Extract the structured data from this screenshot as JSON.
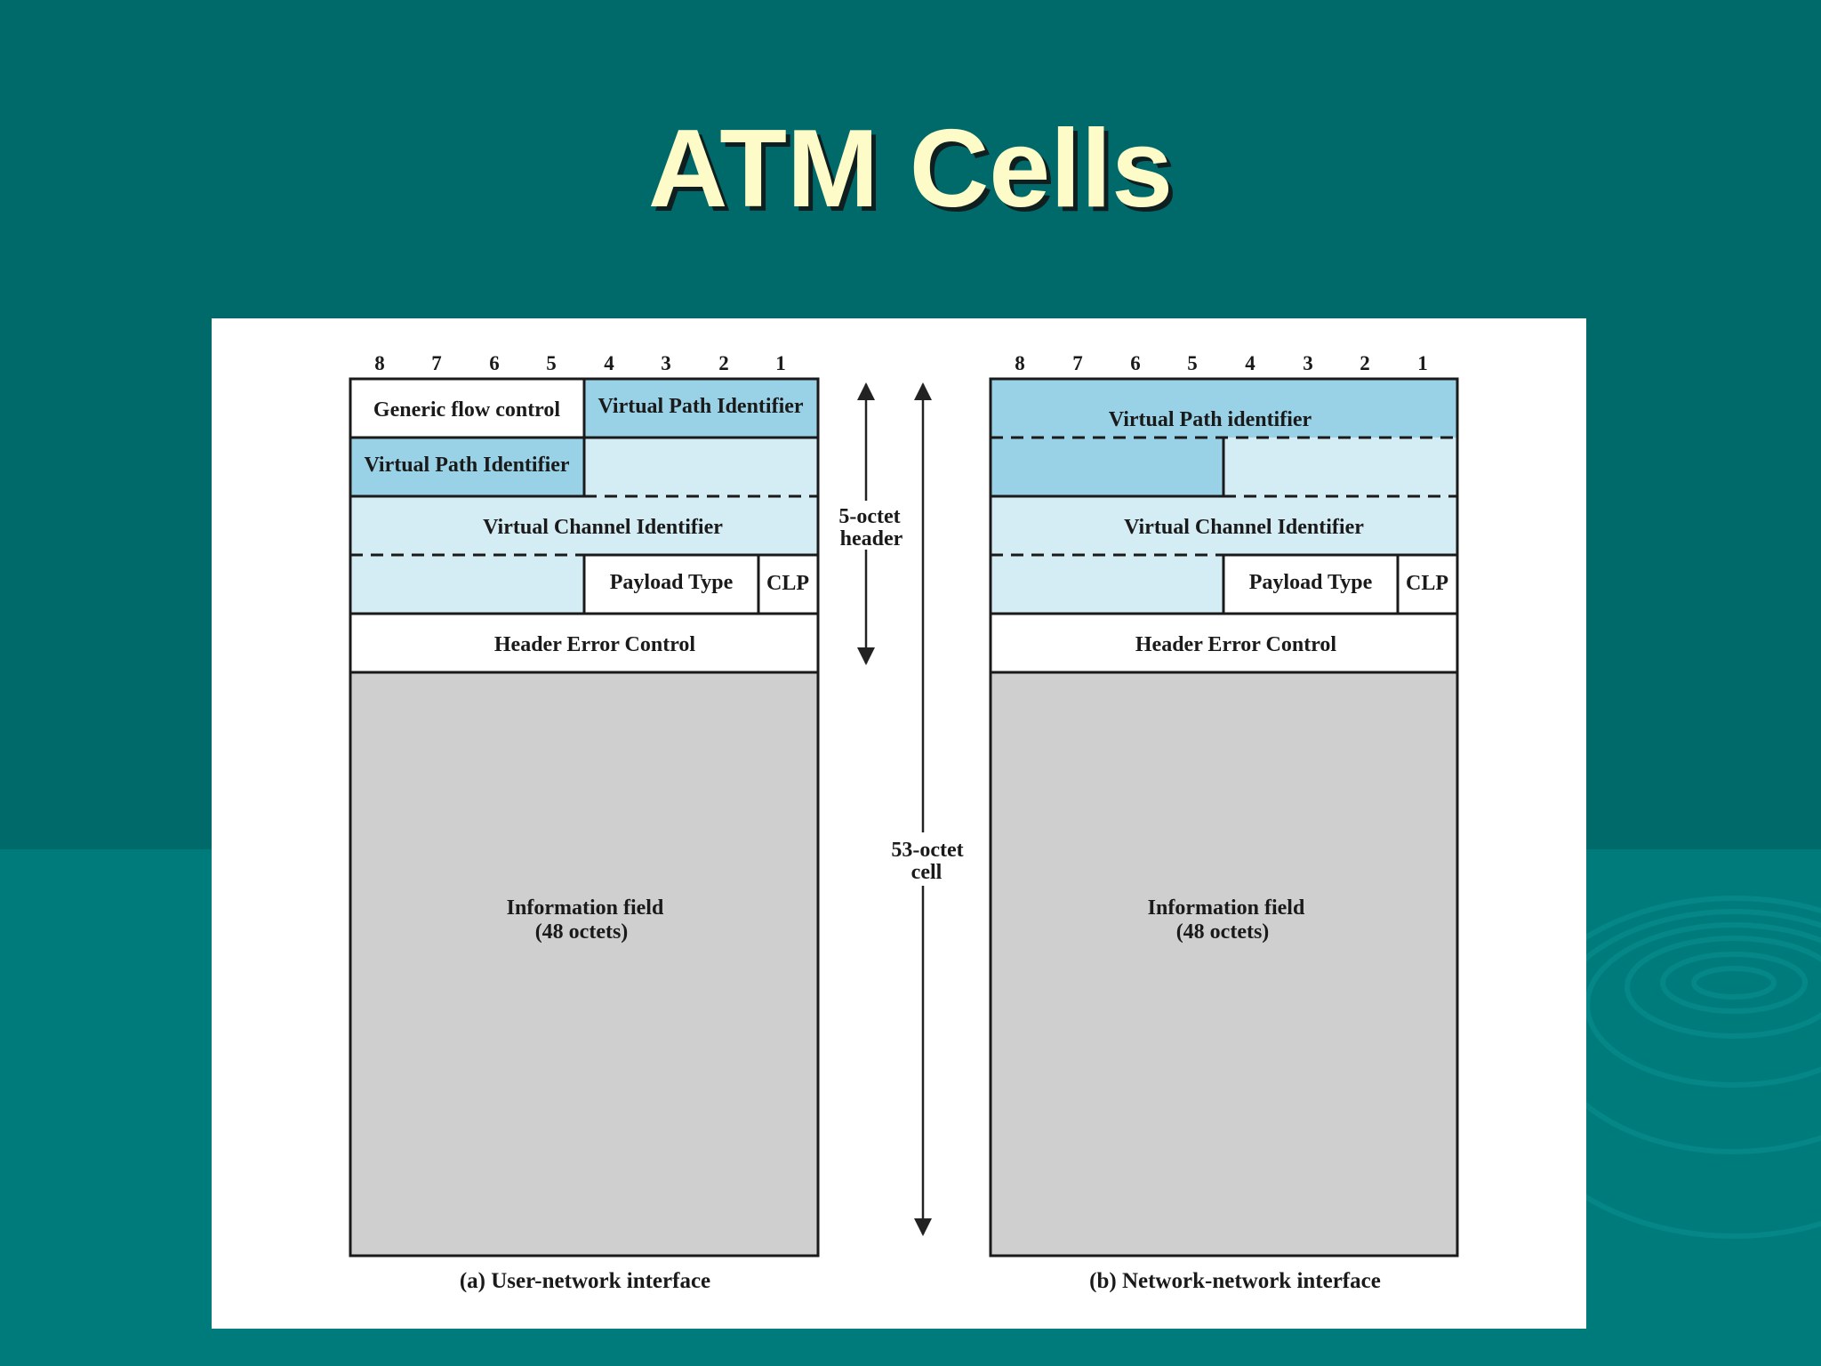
{
  "title": "ATM Cells",
  "colors": {
    "background_dark": "#00696a",
    "background_light": "#007b7b",
    "title_text": "#fdfbc8",
    "identifier_fill": "#99d2e6",
    "light_fill": "#d4ecf4",
    "info_fill": "#cfcfd0",
    "white": "#ffffff"
  },
  "bit_numbers": [
    "8",
    "7",
    "6",
    "5",
    "4",
    "3",
    "2",
    "1"
  ],
  "uni": {
    "gfc": "Generic flow control",
    "vpi_a": "Virtual Path Identifier",
    "vpi_b": "Virtual Path Identifier",
    "vci": "Virtual Channel Identifier",
    "payload_type": "Payload Type",
    "clp": "CLP",
    "hec": "Header Error Control",
    "info_line1": "Information field",
    "info_line2": "(48 octets)",
    "caption": "(a) User-network interface"
  },
  "nni": {
    "vpi": "Virtual Path identifier",
    "vci": "Virtual Channel Identifier",
    "payload_type": "Payload Type",
    "clp": "CLP",
    "hec": "Header Error Control",
    "info_line1": "Information field",
    "info_line2": "(48 octets)",
    "caption": "(b) Network-network interface"
  },
  "header_arrow": {
    "line1": "5-octet",
    "line2": "header"
  },
  "cell_arrow": {
    "line1": "53-octet",
    "line2": "cell"
  }
}
